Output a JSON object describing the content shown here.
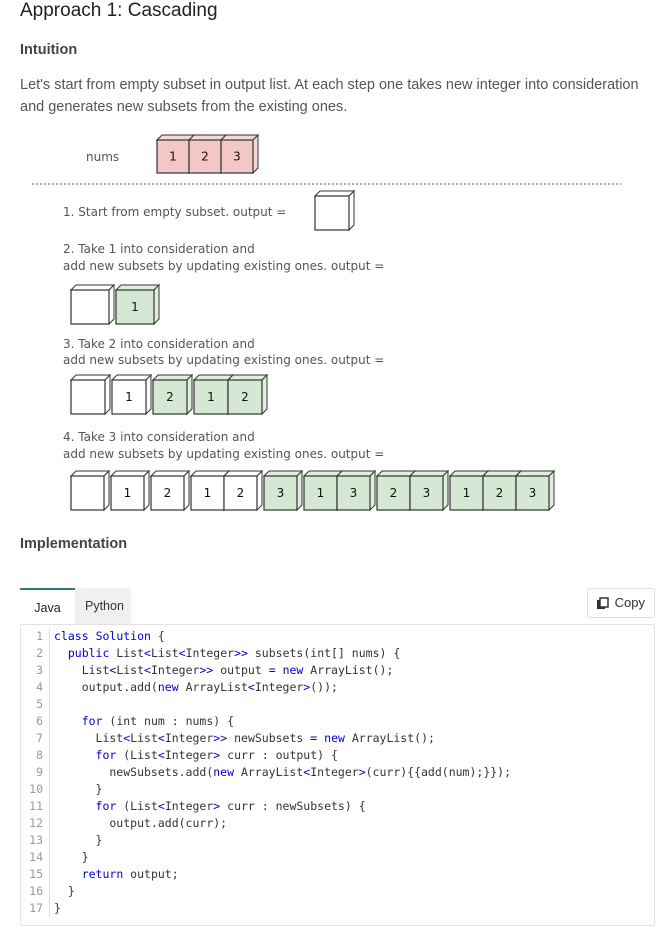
{
  "page": {
    "title": "Approach 1: Cascading",
    "intuition_heading": "Intuition",
    "intuition_text": "Let's start from empty subset in output list. At each step one takes new integer into consideration and generates new subsets from the existing ones.",
    "implementation_heading": "Implementation"
  },
  "diagram": {
    "nums_label": "nums",
    "nums": [
      "1",
      "2",
      "3"
    ],
    "step1": "1. Start from empty subset. output =",
    "step2_line1": "2. Take 1 into consideration and",
    "step2_line2": "add new subsets by updating existing ones. output =",
    "step3_line1": "3. Take 2 into consideration and",
    "step3_line2": "add new subsets by updating existing ones. output =",
    "step4_line1": "4. Take 3 into consideration and",
    "step4_line2": "add new subsets by updating existing ones. output =",
    "step2_subsets": [
      [],
      [
        "1"
      ]
    ],
    "step3_subsets": [
      [],
      [
        "1"
      ],
      [
        "2"
      ],
      [
        "1",
        "2"
      ]
    ],
    "step4_subsets": [
      [],
      [
        "1"
      ],
      [
        "2"
      ],
      [
        "1",
        "2"
      ],
      [
        "3"
      ],
      [
        "1",
        "3"
      ],
      [
        "2",
        "3"
      ],
      [
        "1",
        "2",
        "3"
      ]
    ],
    "colors": {
      "nums_fill": "#f4c7c7",
      "new_fill": "#d5e8d4",
      "empty_fill": "#ffffff"
    }
  },
  "tabs": {
    "java": "Java",
    "python": "Python",
    "active": "Java"
  },
  "copy_label": "Copy",
  "code_lines": [
    "class Solution {",
    "  public List<List<Integer>> subsets(int[] nums) {",
    "    List<List<Integer>> output = new ArrayList();",
    "    output.add(new ArrayList<Integer>());",
    "",
    "    for (int num : nums) {",
    "      List<List<Integer>> newSubsets = new ArrayList();",
    "      for (List<Integer> curr : output) {",
    "        newSubsets.add(new ArrayList<Integer>(curr){{add(num);}});",
    "      }",
    "      for (List<Integer> curr : newSubsets) {",
    "        output.add(curr);",
    "      }",
    "    }",
    "    return output;",
    "  }",
    "}"
  ]
}
